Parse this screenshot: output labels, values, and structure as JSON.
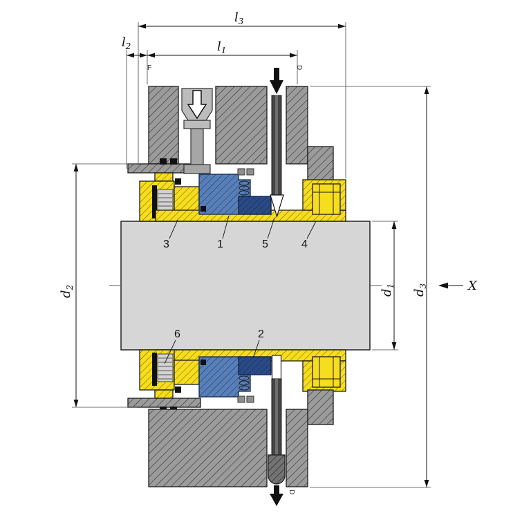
{
  "dimensions": {
    "l3": {
      "base": "l",
      "sub": "3"
    },
    "l1": {
      "base": "l",
      "sub": "1"
    },
    "l2": {
      "base": "l",
      "sub": "2"
    },
    "d2": {
      "base": "d",
      "sub": "2"
    },
    "d1": {
      "base": "d",
      "sub": "1"
    },
    "d3": {
      "base": "d",
      "sub": "3"
    },
    "x_label": "X"
  },
  "parts": {
    "p1": "1",
    "p2": "2",
    "p3": "3",
    "p4": "4",
    "p5": "5",
    "p6": "6"
  },
  "annotations": {
    "top_left": "F",
    "top_right": "D",
    "bottom": "D"
  },
  "colors": {
    "housing_gray": "#9b9b9b",
    "shaft_gray": "#d6d6d6",
    "gland_yellow": "#f6dd1e",
    "seal_blue": "#587fb8",
    "seat_navy": "#2a4a86",
    "hardware_dark": "#454545"
  }
}
